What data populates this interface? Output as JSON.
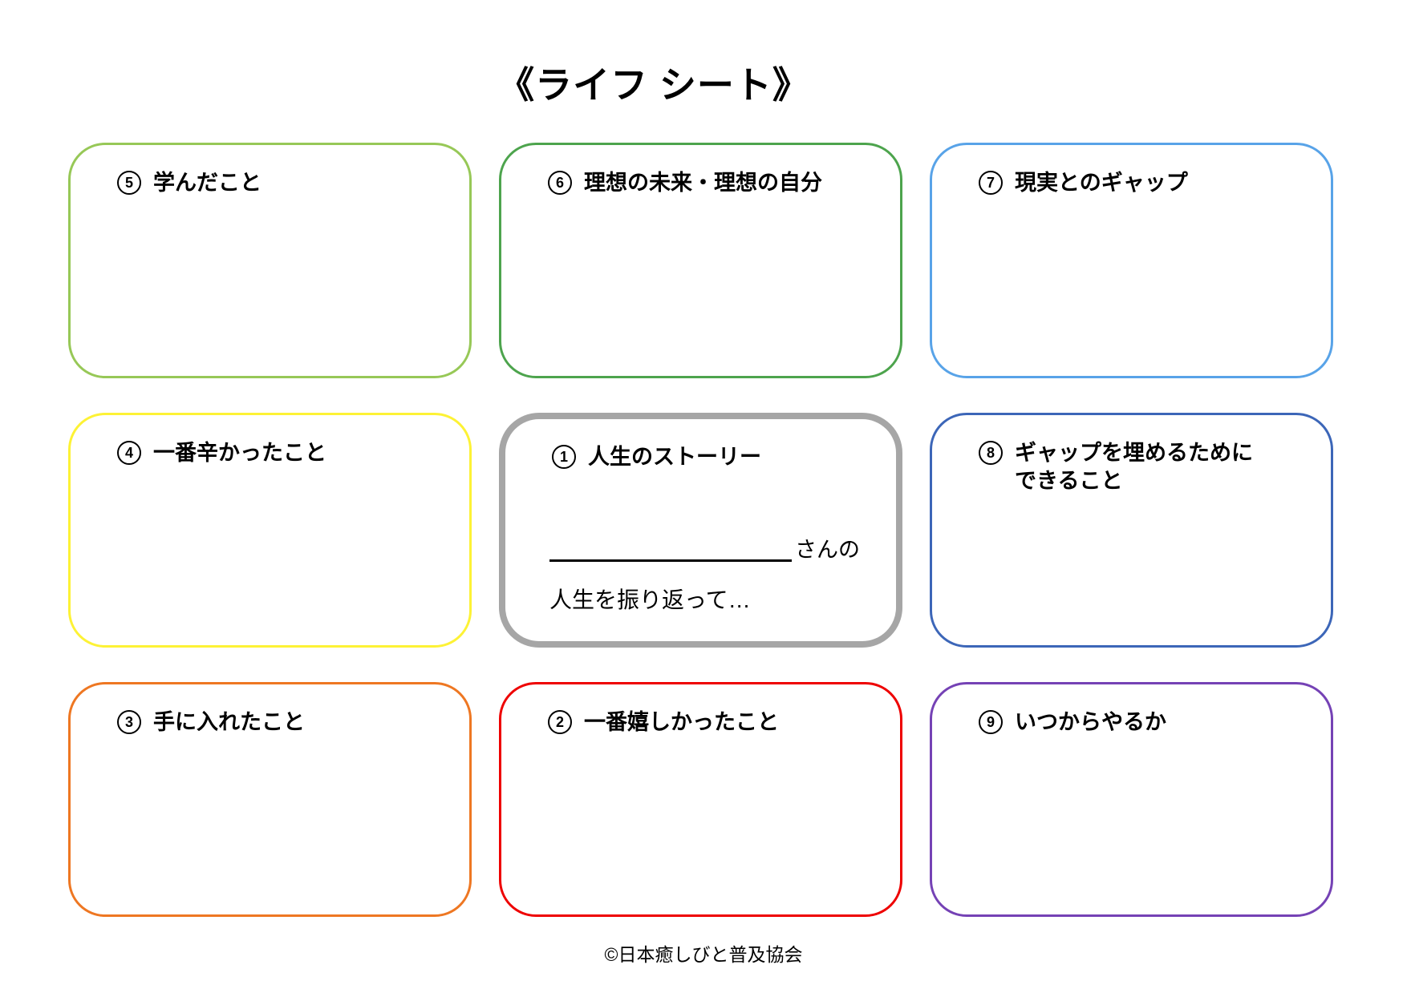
{
  "page": {
    "title": "《ライフ シート》",
    "footer": "©日本癒しびと普及協会"
  },
  "boxes": [
    {
      "num": "5",
      "label": "学んだこと",
      "border_color": "#97c857",
      "thick": false,
      "has_name_entry": false
    },
    {
      "num": "6",
      "label": "理想の未来・理想の自分",
      "border_color": "#4da44d",
      "thick": false,
      "has_name_entry": false
    },
    {
      "num": "7",
      "label": "現実とのギャップ",
      "border_color": "#58a3e8",
      "thick": false,
      "has_name_entry": false
    },
    {
      "num": "4",
      "label": "一番辛かったこと",
      "border_color": "#fdf235",
      "thick": false,
      "has_name_entry": false
    },
    {
      "num": "1",
      "label": "人生のストーリー",
      "border_color": "#a6a6a6",
      "thick": true,
      "has_name_entry": true
    },
    {
      "num": "8",
      "label": "ギャップを埋めるために\nできること",
      "border_color": "#3c66b8",
      "thick": false,
      "has_name_entry": false
    },
    {
      "num": "3",
      "label": "手に入れたこと",
      "border_color": "#ee7722",
      "thick": false,
      "has_name_entry": false
    },
    {
      "num": "2",
      "label": "一番嬉しかったこと",
      "border_color": "#ee0000",
      "thick": false,
      "has_name_entry": false
    },
    {
      "num": "9",
      "label": "いつからやるか",
      "border_color": "#7542b5",
      "thick": false,
      "has_name_entry": false
    }
  ],
  "center_box": {
    "name_suffix": "さんの",
    "reflect_line": "人生を振り返って…"
  }
}
